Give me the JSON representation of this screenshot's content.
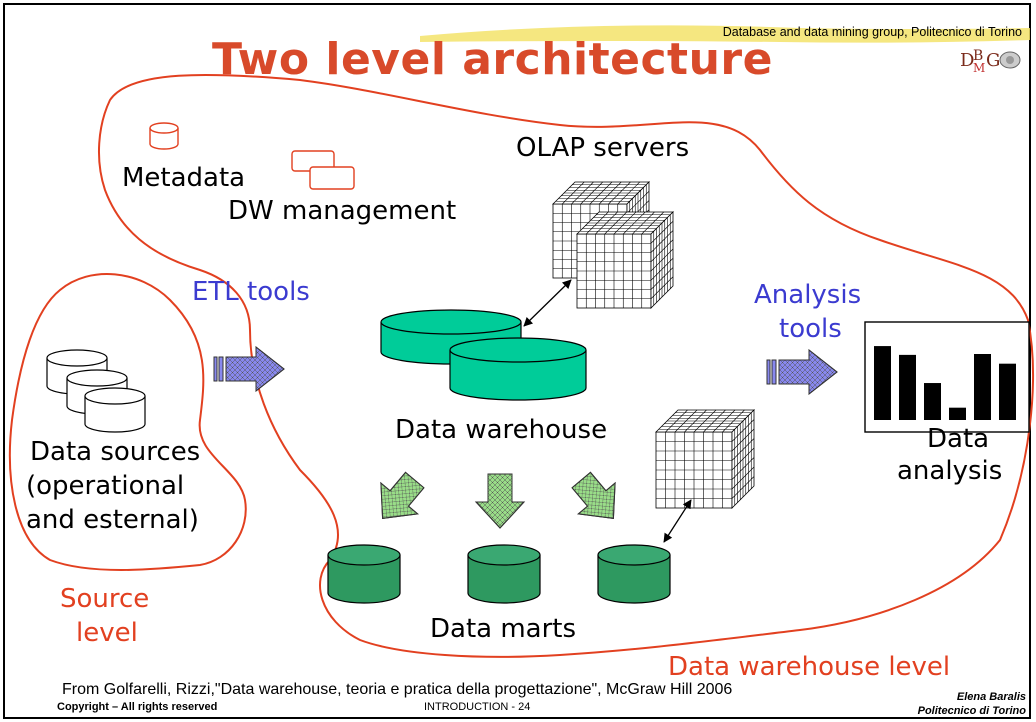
{
  "header": {
    "title": "Two level architecture",
    "group": "Database and data mining group, Politecnico di Torino",
    "logo_text": "DBMG"
  },
  "diagram": {
    "nodes": {
      "metadata": "Metadata",
      "dw_management": "DW management",
      "olap_servers": "OLAP servers",
      "etl_tools": "ETL tools",
      "analysis_tools_1": "Analysis",
      "analysis_tools_2": "tools",
      "data_warehouse": "Data warehouse",
      "data_sources_1": "Data sources",
      "data_sources_2": "(operational",
      "data_sources_3": "and esternal)",
      "data_analysis_1": "Data",
      "data_analysis_2": "analysis",
      "data_marts": "Data marts",
      "source_level_1": "Source",
      "source_level_2": "level",
      "dw_level": "Data warehouse level"
    },
    "analysis_bars": [
      0.84,
      0.74,
      0.42,
      0.14,
      0.75,
      0.64
    ]
  },
  "colors": {
    "title": "#d84a2a",
    "region_outline": "#e24020",
    "tool_label": "#3b3bd0",
    "dw_cylinder": "#00cc99",
    "mart_cylinder": "#2e9960",
    "green_arrow": "#99dd88",
    "blue_arrow": "#8888ee"
  },
  "footer": {
    "source": "From Golfarelli, Rizzi,\"Data warehouse, teoria e pratica della progettazione\", McGraw Hill 2006",
    "copyright": "Copyright – All rights reserved",
    "slide_ref": "INTRODUCTION - 24",
    "author": "Elena Baralis",
    "institution": "Politecnico di Torino"
  }
}
